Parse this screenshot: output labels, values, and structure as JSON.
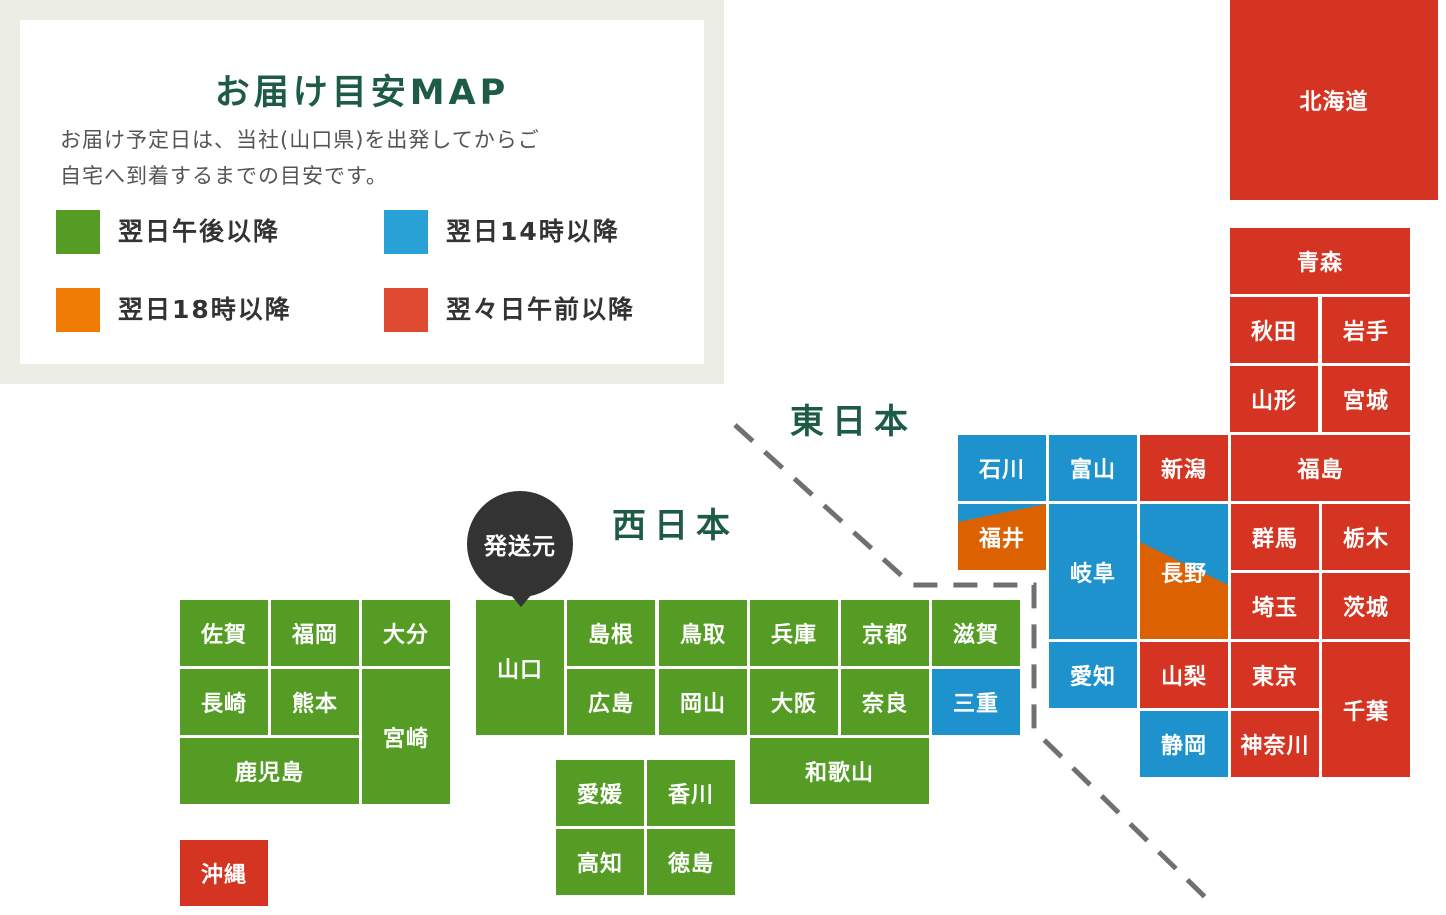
{
  "colors": {
    "green": "#549c24",
    "blue": "#1e92cd",
    "orange": "#dc6100",
    "red": "#d53422",
    "legend_red": "#e04a30",
    "legend_blue": "#27a1d6",
    "legend_orange": "#ef7b05"
  },
  "legend": {
    "title": "お届け目安MAP",
    "description_line1": "お届け予定日は、当社(山口県)を出発してからご",
    "description_line2": "自宅へ到着するまでの目安です。",
    "items": [
      {
        "label": "翌日午後以降",
        "color": "#549c24"
      },
      {
        "label": "翌日14時以降",
        "color": "#27a1d6"
      },
      {
        "label": "翌日18時以降",
        "color": "#ef7b05"
      },
      {
        "label": "翌々日午前以降",
        "color": "#e04a30"
      }
    ]
  },
  "regions": {
    "east": "東日本",
    "west": "西日本"
  },
  "origin": {
    "label": "発送元",
    "prefecture": "山口"
  },
  "prefectures": [
    {
      "name": "北海道",
      "category": "red"
    },
    {
      "name": "青森",
      "category": "red"
    },
    {
      "name": "秋田",
      "category": "red"
    },
    {
      "name": "岩手",
      "category": "red"
    },
    {
      "name": "山形",
      "category": "red"
    },
    {
      "name": "宮城",
      "category": "red"
    },
    {
      "name": "石川",
      "category": "blue"
    },
    {
      "name": "富山",
      "category": "blue"
    },
    {
      "name": "新潟",
      "category": "red"
    },
    {
      "name": "福島",
      "category": "red"
    },
    {
      "name": "福井",
      "category": "blue/orange"
    },
    {
      "name": "岐阜",
      "category": "blue"
    },
    {
      "name": "長野",
      "category": "orange/blue"
    },
    {
      "name": "群馬",
      "category": "red"
    },
    {
      "name": "栃木",
      "category": "red"
    },
    {
      "name": "埼玉",
      "category": "red"
    },
    {
      "name": "茨城",
      "category": "red"
    },
    {
      "name": "愛知",
      "category": "blue"
    },
    {
      "name": "山梨",
      "category": "red"
    },
    {
      "name": "東京",
      "category": "red"
    },
    {
      "name": "千葉",
      "category": "red"
    },
    {
      "name": "静岡",
      "category": "blue"
    },
    {
      "name": "神奈川",
      "category": "red"
    },
    {
      "name": "滋賀",
      "category": "green"
    },
    {
      "name": "三重",
      "category": "blue"
    },
    {
      "name": "京都",
      "category": "green"
    },
    {
      "name": "奈良",
      "category": "green"
    },
    {
      "name": "兵庫",
      "category": "green"
    },
    {
      "name": "大阪",
      "category": "green"
    },
    {
      "name": "和歌山",
      "category": "green"
    },
    {
      "name": "鳥取",
      "category": "green"
    },
    {
      "name": "岡山",
      "category": "green"
    },
    {
      "name": "島根",
      "category": "green"
    },
    {
      "name": "広島",
      "category": "green"
    },
    {
      "name": "山口",
      "category": "green"
    },
    {
      "name": "愛媛",
      "category": "green"
    },
    {
      "name": "香川",
      "category": "green"
    },
    {
      "name": "高知",
      "category": "green"
    },
    {
      "name": "徳島",
      "category": "green"
    },
    {
      "name": "佐賀",
      "category": "green"
    },
    {
      "name": "福岡",
      "category": "green"
    },
    {
      "name": "大分",
      "category": "green"
    },
    {
      "name": "長崎",
      "category": "green"
    },
    {
      "name": "熊本",
      "category": "green"
    },
    {
      "name": "宮崎",
      "category": "green"
    },
    {
      "name": "鹿児島",
      "category": "green"
    },
    {
      "name": "沖縄",
      "category": "red"
    }
  ]
}
